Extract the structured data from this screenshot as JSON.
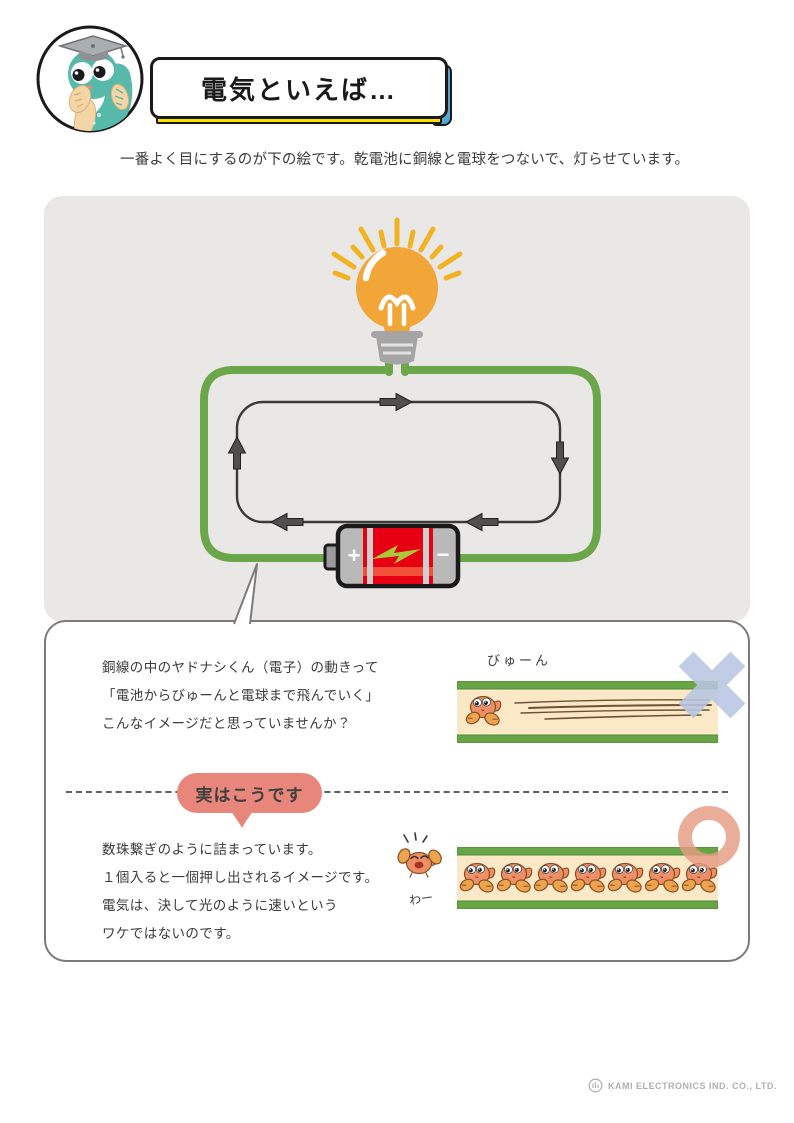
{
  "header": {
    "title": "電気といえば…",
    "mascot_icon": "professor-seahorse-mascot"
  },
  "intro": {
    "text": "一番よく目にするのが下の絵です。乾電池に銅線と電球をつないで、灯らせています。"
  },
  "circuit": {
    "battery": {
      "plus": "+",
      "minus": "−"
    },
    "icons": [
      "light-bulb-icon",
      "light-rays-icon",
      "copper-wire-loop",
      "electron-flow-arrows",
      "battery-icon"
    ],
    "colors": {
      "panel_gray": "#E9E8E7",
      "wire_green": "#6CA64A",
      "bulb_orange": "#F2A638",
      "ray_yellow": "#F2B322",
      "battery_red": "#E60012",
      "bolt_green": "#A9C938"
    }
  },
  "bubble": {
    "section1": {
      "lines": [
        "銅線の中のヤドナシくん（電子）の動きって",
        "「電池からびゅーんと電球まで飛んでいく」",
        "こんなイメージだと思っていませんか？"
      ],
      "sfx": "びゅーん",
      "mark_icon": "x-mark-icon",
      "mark_color": "#B9C7E3"
    },
    "badge": {
      "label": "実はこうです",
      "color": "#E9867C"
    },
    "section2": {
      "lines": [
        "数珠繋ぎのように詰まっています。",
        "１個入ると一個押し出されるイメージです。",
        "電気は、決して光のように速いという",
        "ワケではないのです。"
      ],
      "sfx": "わー",
      "mark_icon": "o-mark-icon",
      "mark_color": "#E59B82"
    },
    "tube": {
      "fill": "#FAE8C7",
      "border_green": "#68A546",
      "crab_icon": "hermit-crab-icon"
    }
  },
  "footer": {
    "company": "KAMI ELECTRONICS IND. CO., LTD.",
    "logo_icon": "kami-electronics-logo"
  }
}
